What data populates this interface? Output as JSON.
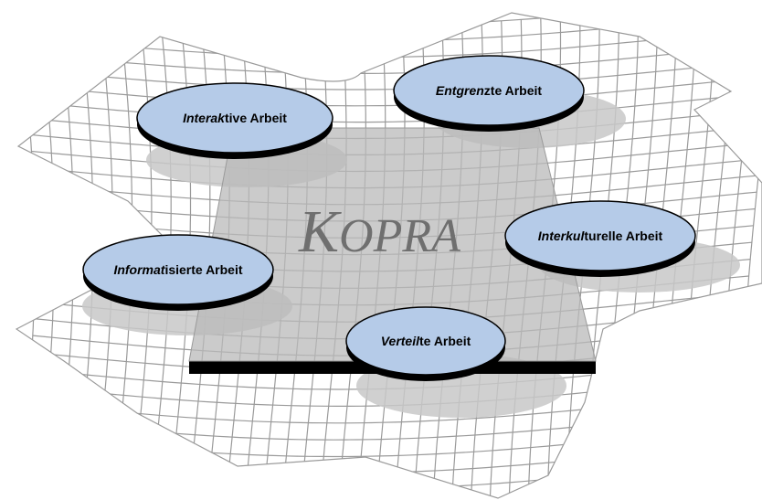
{
  "diagram": {
    "title_initial": "K",
    "title_rest": "OPRA",
    "nodes": [
      {
        "emph": "Interak",
        "rest": "tive Arbeit"
      },
      {
        "emph": "Entgren",
        "rest": "zte Arbeit"
      },
      {
        "emph": "Interkul",
        "rest": "turelle Arbeit"
      },
      {
        "emph": "Informat",
        "rest": "isierte Arbeit"
      },
      {
        "emph": "Verteil",
        "rest": "te Arbeit"
      }
    ],
    "colors": {
      "disc_fill": "#b5cbe8",
      "disc_edge": "#000000",
      "plate": "#b9b9b9",
      "plate_edge": "#000000",
      "grid": "#9a9a9a",
      "shadow": "#c8c8c8",
      "title": "#6f6f6f"
    }
  }
}
